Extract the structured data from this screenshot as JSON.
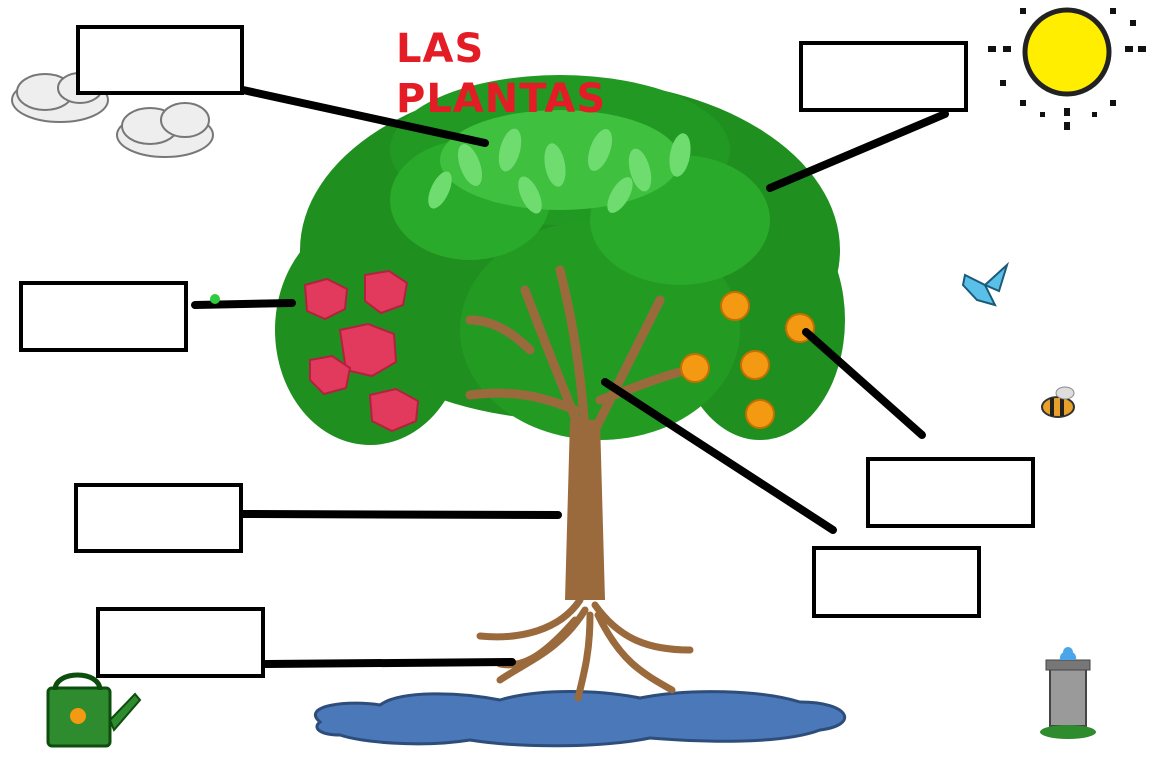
{
  "title": "LAS PLANTAS",
  "colors": {
    "title": "#e31c25",
    "leaf_dark": "#1f8f1f",
    "leaf_light": "#3fc03f",
    "trunk": "#9a6a3c",
    "flower": "#e23a5c",
    "fruit": "#f39a12",
    "water": "#4a78b8",
    "sun": "#ffee00",
    "cloud": "#eeeeee"
  },
  "label_boxes": [
    {
      "id": "hojas",
      "text": ""
    },
    {
      "id": "flores",
      "text": ""
    },
    {
      "id": "tallo",
      "text": ""
    },
    {
      "id": "raiz",
      "text": ""
    },
    {
      "id": "copa",
      "text": ""
    },
    {
      "id": "frutos",
      "text": ""
    },
    {
      "id": "ramas",
      "text": ""
    }
  ],
  "icons": [
    "cloud-icon",
    "sun-icon",
    "bird-icon",
    "bee-icon",
    "watering-can-icon",
    "fountain-icon",
    "puddle-icon"
  ]
}
